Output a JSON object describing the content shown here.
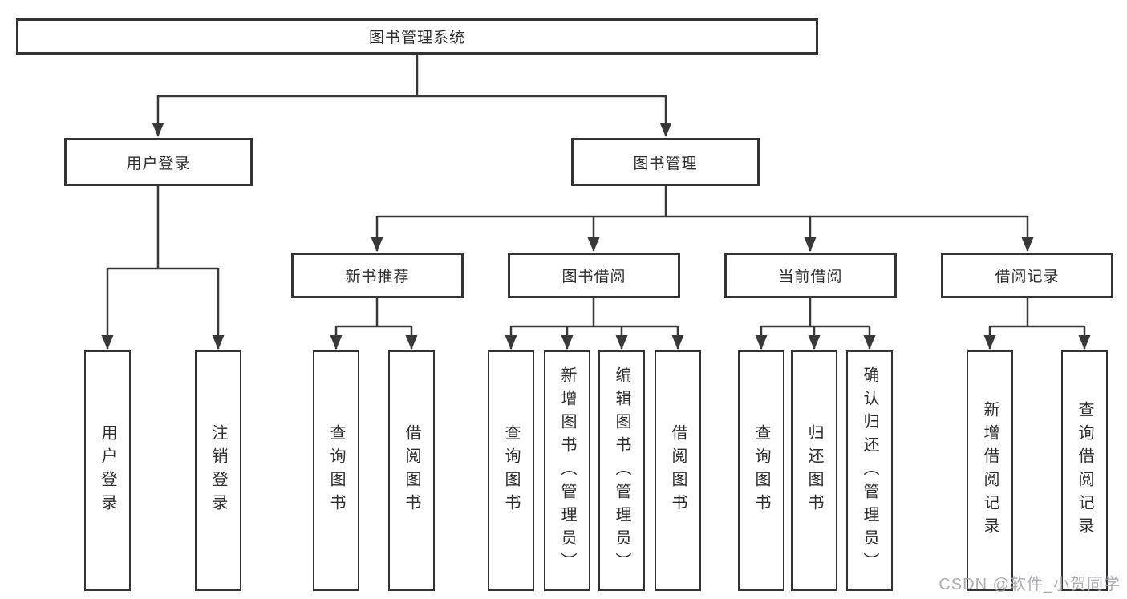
{
  "diagram": {
    "root": "图书管理系统",
    "level2": [
      {
        "label": "用户登录",
        "children": [
          {
            "label": "用户登录"
          },
          {
            "label": "注销登录"
          }
        ]
      },
      {
        "label": "图书管理",
        "sections": [
          {
            "label": "新书推荐",
            "children": [
              {
                "label": "查询图书"
              },
              {
                "label": "借阅图书"
              }
            ]
          },
          {
            "label": "图书借阅",
            "children": [
              {
                "label": "查询图书"
              },
              {
                "label": "新增图书（管理员）"
              },
              {
                "label": "编辑图书（管理员）"
              },
              {
                "label": "借阅图书"
              }
            ]
          },
          {
            "label": "当前借阅",
            "children": [
              {
                "label": "查询图书"
              },
              {
                "label": "归还图书"
              },
              {
                "label": "确认归还（管理员）"
              }
            ]
          },
          {
            "label": "借阅记录",
            "children": [
              {
                "label": "新增借阅记录"
              },
              {
                "label": "查询借阅记录"
              }
            ]
          }
        ]
      }
    ]
  },
  "watermark": {
    "text": "CSDN @软件_小贺同学"
  },
  "colors": {
    "line": "#383838",
    "border": "#333333",
    "text": "#2d2d2d",
    "watermark": "#a5a5aa",
    "background": "#ffffff"
  }
}
